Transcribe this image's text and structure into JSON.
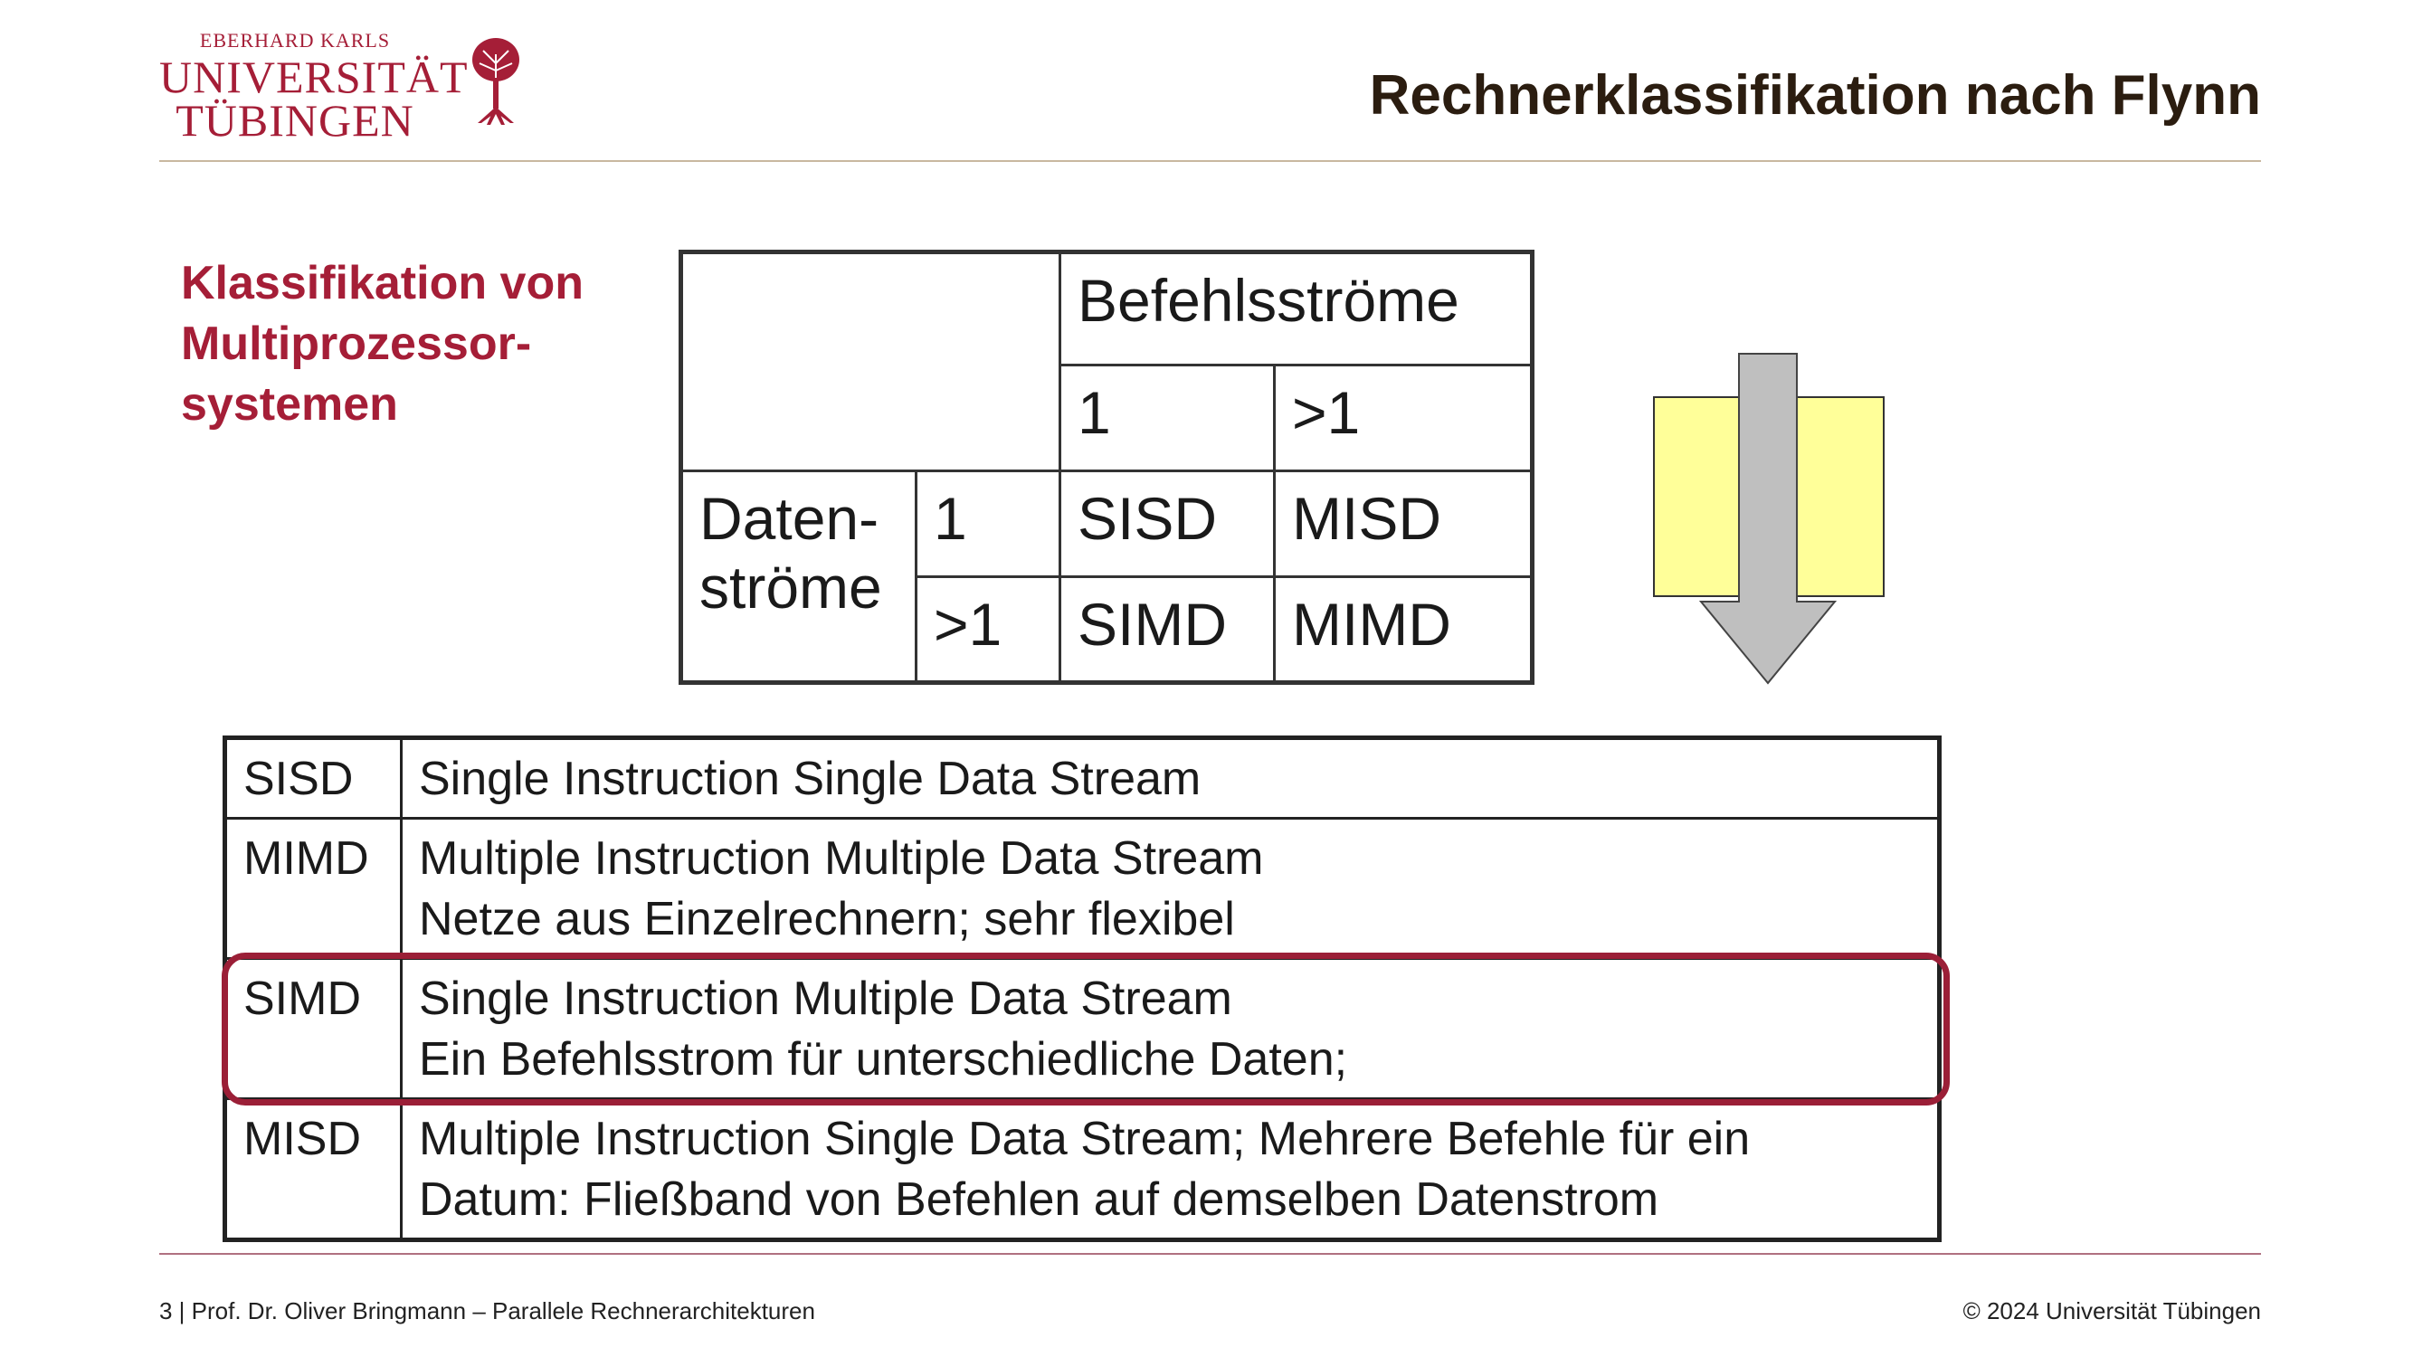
{
  "logo": {
    "line1": "EBERHARD KARLS",
    "line2": "UNIVERSITÄT",
    "line3": "TÜBINGEN"
  },
  "title": "Rechnerklassifikation nach Flynn",
  "subtitle": {
    "lines": [
      "Klassifikation von",
      "Multiprozessor-",
      "systemen"
    ]
  },
  "flynn_table": {
    "instr_header": "Befehlsströme",
    "instr_1": "1",
    "instr_gt1": ">1",
    "data_header_line1": "Daten-",
    "data_header_line2": "ströme",
    "data_1": "1",
    "data_gt1": ">1",
    "sisd": "SISD",
    "misd": "MISD",
    "simd": "SIMD",
    "mimd": "MIMD"
  },
  "abbreviations": [
    {
      "code": "SISD",
      "line1": "Single Instruction Single Data Stream",
      "line2": ""
    },
    {
      "code": "MIMD",
      "line1": "Multiple Instruction Multiple Data Stream",
      "line2": "Netze aus Einzelrechnern; sehr flexibel"
    },
    {
      "code": "SIMD",
      "line1": "Single Instruction Multiple Data Stream",
      "line2": "Ein Befehlsstrom für unterschiedliche Daten;"
    },
    {
      "code": "MISD",
      "line1": "Multiple Instruction Single Data Stream; Mehrere Befehle für ein",
      "line2": "Datum: Fließband von Befehlen auf demselben Datenstrom"
    }
  ],
  "footer": {
    "left": "3 | Prof. Dr. Oliver Bringmann – Parallele Rechnerarchitekturen",
    "right": "© 2024 Universität Tübingen"
  },
  "colors": {
    "accent": "#a51e37",
    "title": "#2b1d10",
    "highlight": "#9b1f37",
    "note_yellow": "#ffff99",
    "arrow_gray": "#bfbfbf"
  }
}
